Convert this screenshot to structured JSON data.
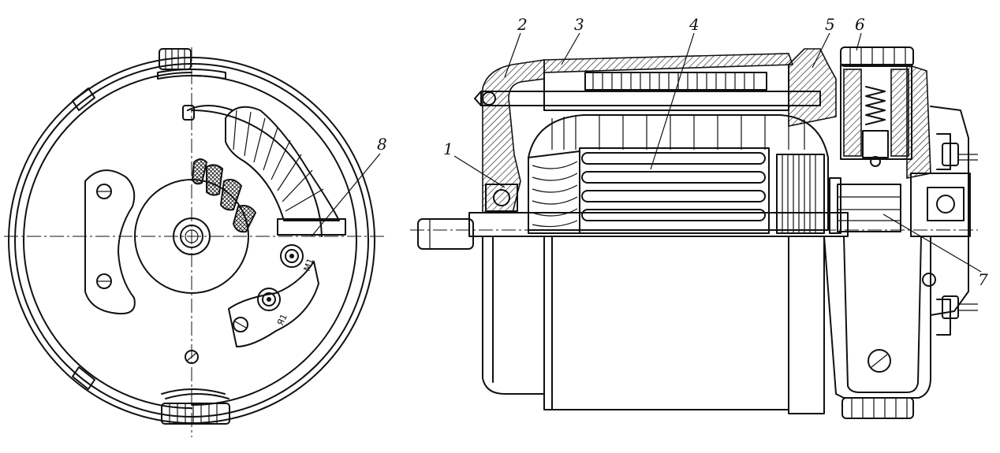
{
  "callouts": {
    "c1": "1",
    "c2": "2",
    "c3": "3",
    "c4": "4",
    "c5": "5",
    "c6": "6",
    "c7": "7",
    "c8": "8"
  },
  "terminals": {
    "m1": "М1",
    "ya1": "Я1"
  }
}
